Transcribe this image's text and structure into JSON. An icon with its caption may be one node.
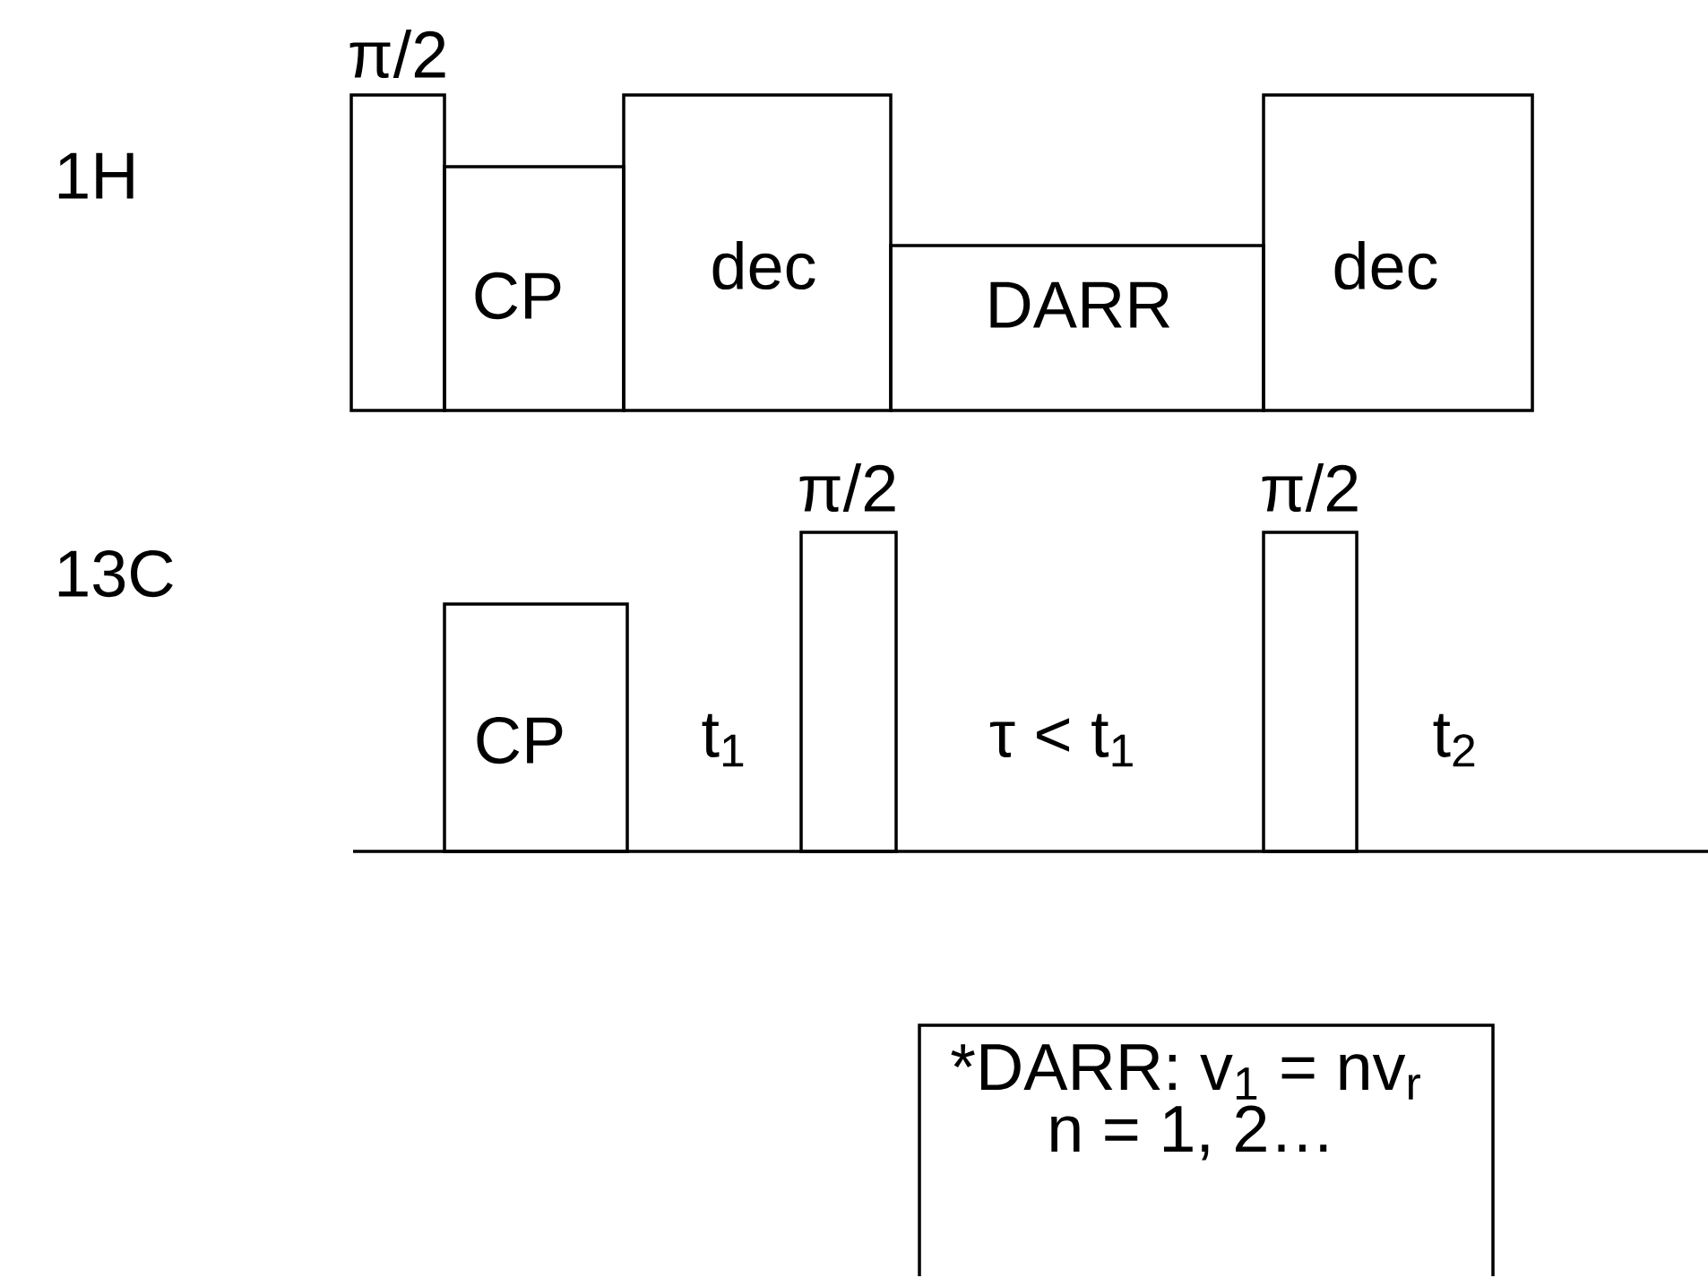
{
  "diagram": {
    "nodes": [
      {
        "text": [
          "π/2"
        ]
      },
      {
        "text": [
          "CP"
        ]
      },
      {
        "text": [
          "dec"
        ]
      },
      {
        "text": [
          "DARR"
        ]
      },
      {
        "text": [
          "dec"
        ]
      },
      {
        "text": [
          "CP"
        ]
      },
      {
        "text": [
          "π/2"
        ]
      },
      {
        "text": [
          "π/2"
        ]
      },
      {
        "text": [
          "*DARR: v$_{1}$ = nv$_{r}$",
          "n = 1, 2…"
        ]
      }
    ],
    "edges": [],
    "labels": [
      "1H",
      "13C",
      "t$_{1}$",
      "τ < t$_{1}$",
      "t$_{2}$"
    ]
  }
}
